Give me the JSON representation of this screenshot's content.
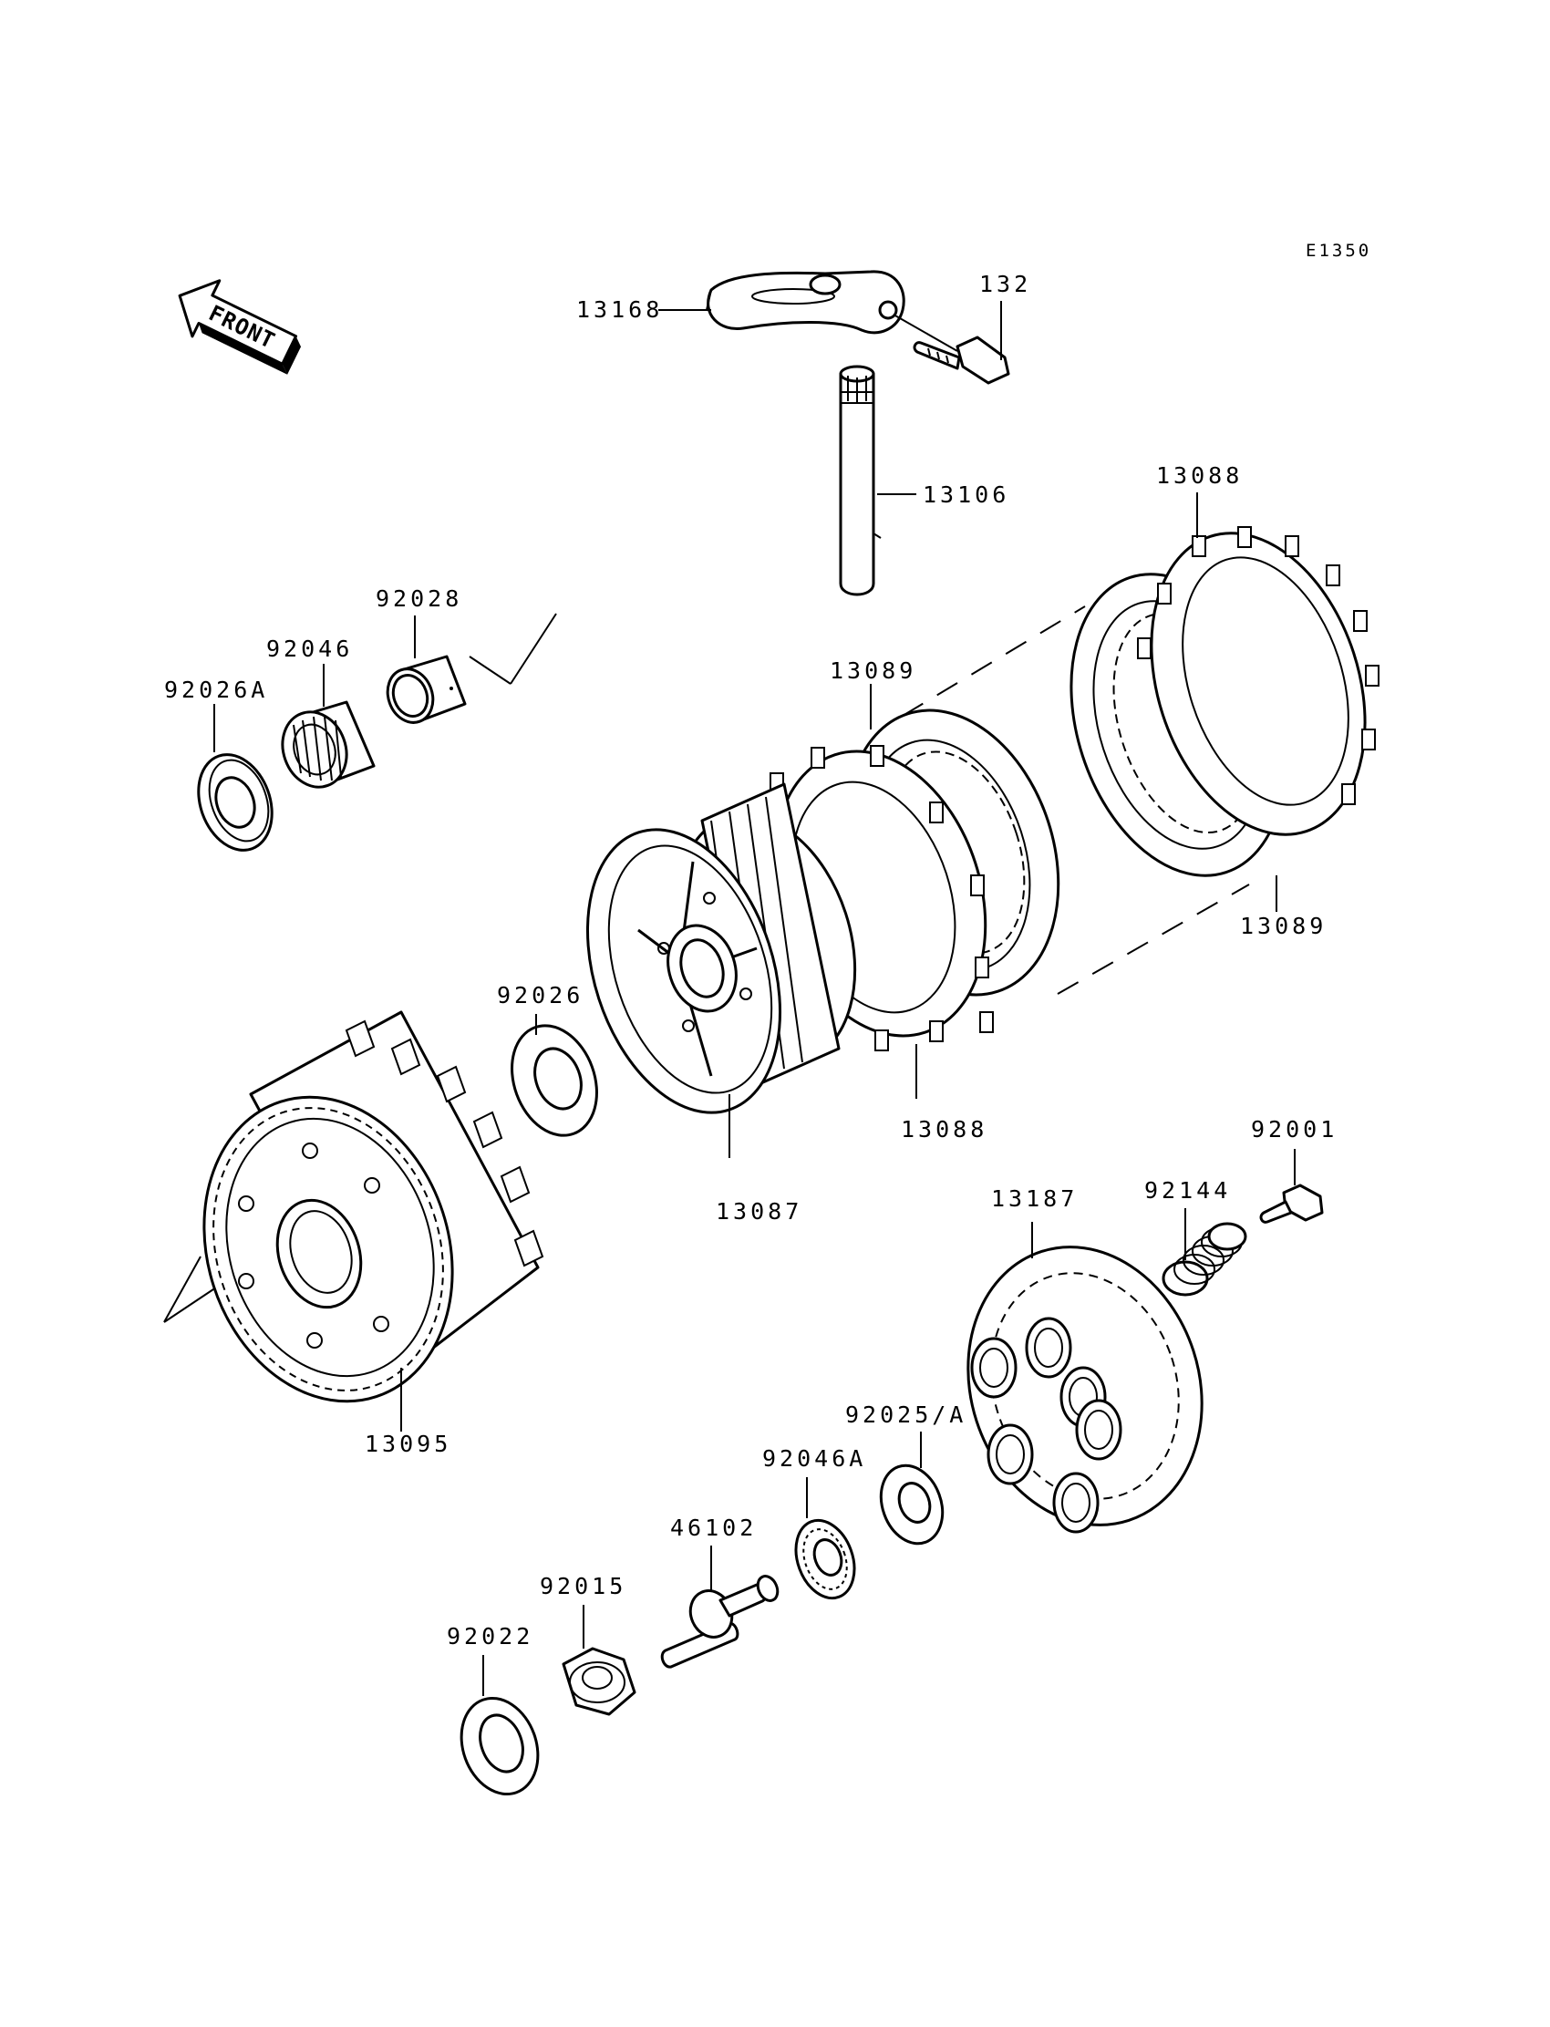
{
  "diagram": {
    "code": "E1350",
    "front_label": "FRONT",
    "labels": {
      "p13168": "13168",
      "p132": "132",
      "p13106": "13106",
      "p13088_top": "13088",
      "p92028": "92028",
      "p92046": "92046",
      "p92026A": "92026A",
      "p13089_top": "13089",
      "p13089_right": "13089",
      "p92026": "92026",
      "p13088_bottom": "13088",
      "p13087": "13087",
      "p92001": "92001",
      "p92144": "92144",
      "p13187": "13187",
      "p13095": "13095",
      "p92025A": "92025/A",
      "p92046A": "92046A",
      "p46102": "46102",
      "p92015": "92015",
      "p92022": "92022"
    }
  }
}
